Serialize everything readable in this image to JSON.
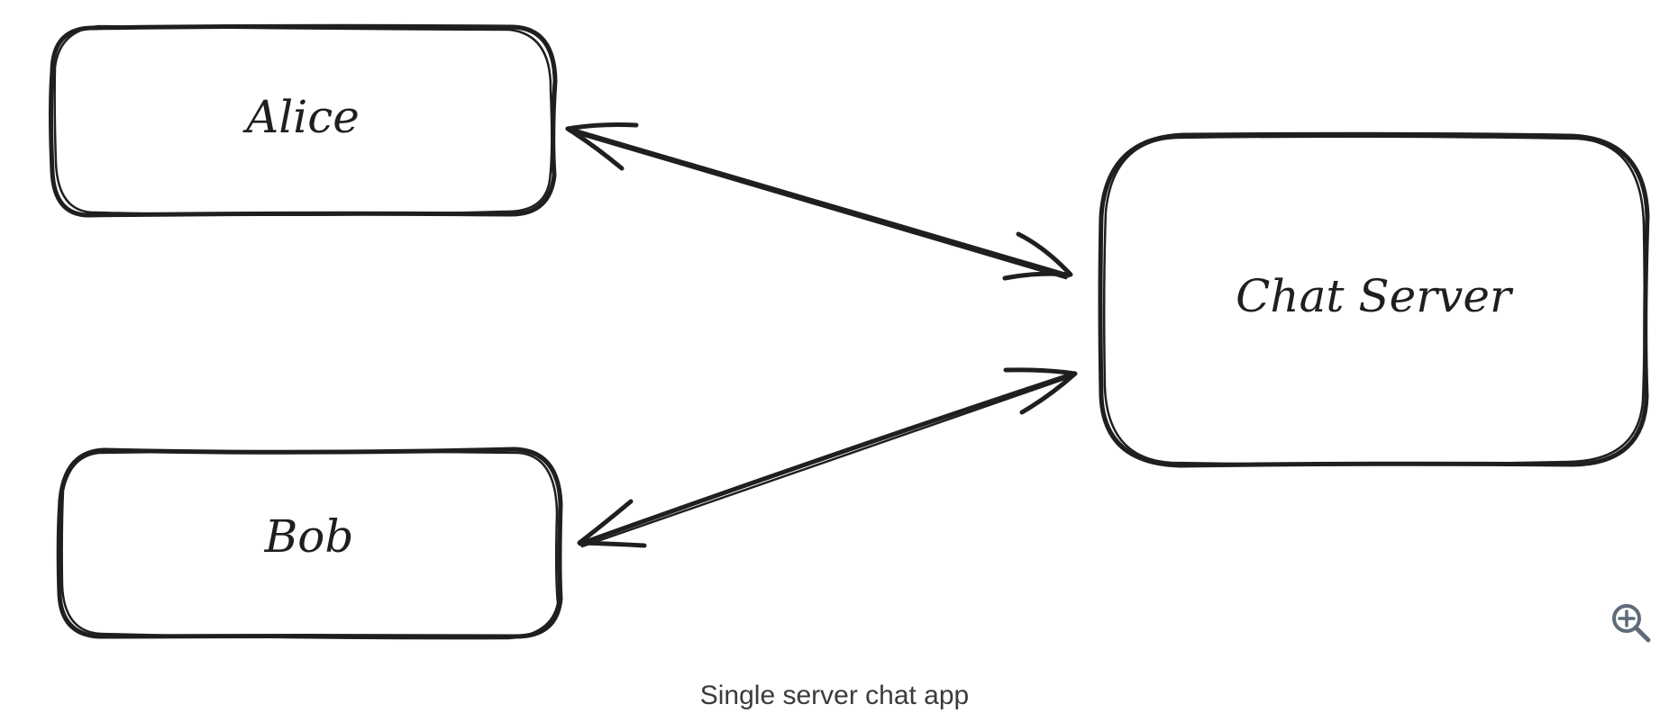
{
  "diagram": {
    "nodes": [
      {
        "id": "alice",
        "label": "Alice"
      },
      {
        "id": "bob",
        "label": "Bob"
      },
      {
        "id": "chat-server",
        "label": "Chat Server"
      }
    ],
    "edges": [
      {
        "from": "alice",
        "to": "chat-server",
        "direction": "both"
      },
      {
        "from": "bob",
        "to": "chat-server",
        "direction": "both"
      }
    ]
  },
  "controls": {
    "zoom_icon": "zoom-in-icon"
  },
  "caption": "Single server chat app"
}
